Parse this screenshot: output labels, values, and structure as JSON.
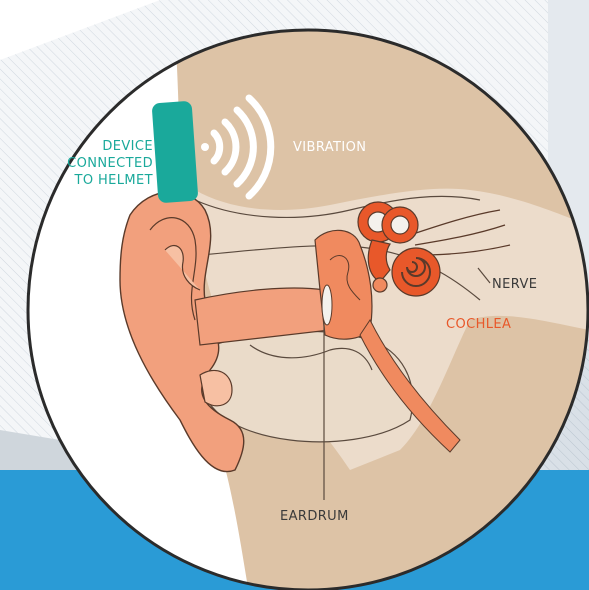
{
  "labels": {
    "device_line1": "DEVICE",
    "device_line2": "CONNECTED",
    "device_line3": "TO HELMET",
    "vibration": "VIBRATION",
    "nerve": "NERVE",
    "cochlea": "COCHLEA",
    "eardrum": "EARDRUM"
  },
  "colors": {
    "device": "#1aa99b",
    "cochlea": "#e8582a",
    "skin": "#ddc3a6",
    "ear": "#f2a07d",
    "banner": "#2a9bd6",
    "panel": "#e9edf1",
    "outline": "#2b2b2b"
  },
  "icons": {
    "device": "bone-conduction-device",
    "waves": "vibration-waves-icon"
  }
}
